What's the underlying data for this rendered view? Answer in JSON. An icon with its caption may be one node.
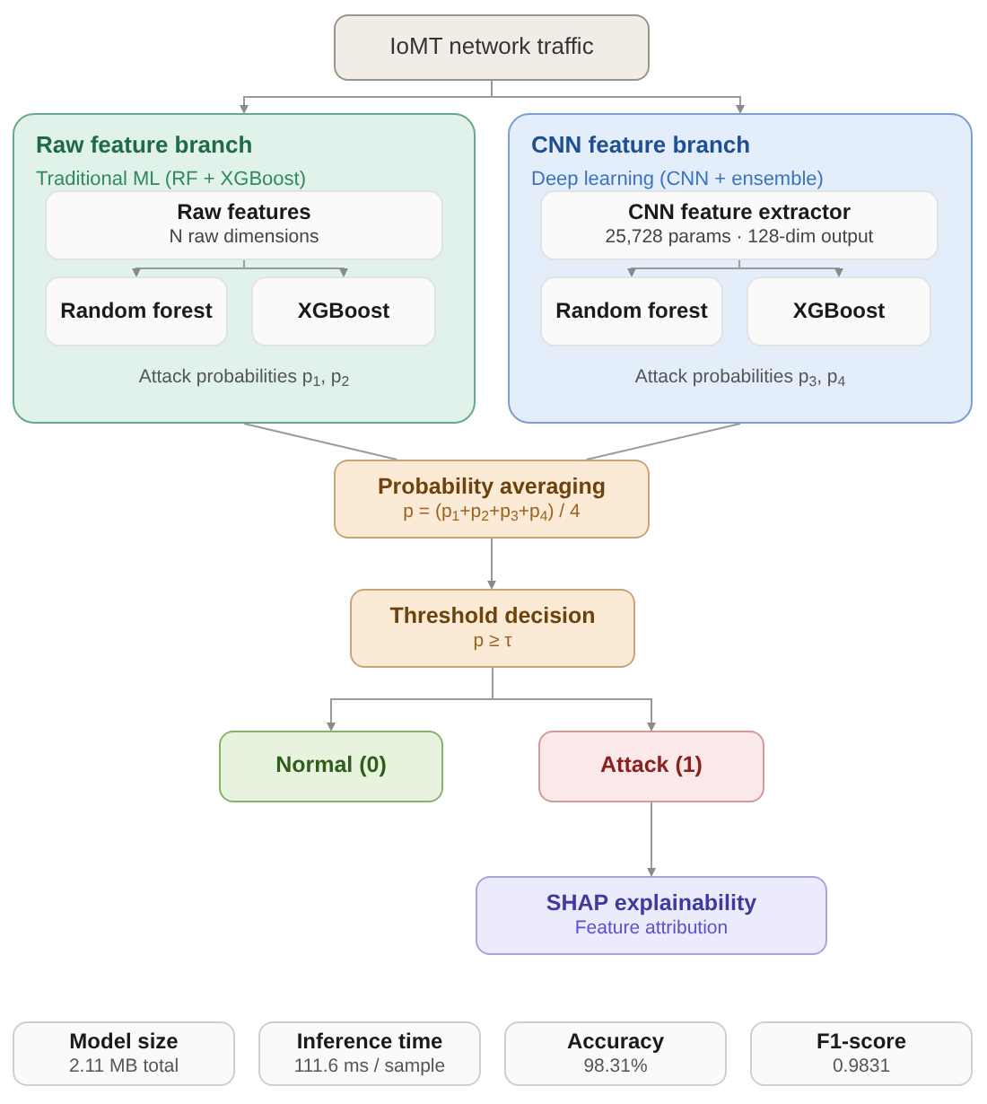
{
  "diagram": {
    "nodes": [
      {
        "text": [
          "IoMT network traffic"
        ]
      },
      {
        "text": [
          "Raw feature branch",
          "Traditional ML (RF + XGBoost)",
          "Attack probabilities p$_{1}$, p$_{2}$"
        ]
      },
      {
        "text": [
          "Raw features",
          "N raw dimensions"
        ],
        "in": 1
      },
      {
        "text": [
          "Random forest"
        ],
        "in": 1
      },
      {
        "text": [
          "XGBoost"
        ],
        "in": 1
      },
      {
        "text": [
          "CNN feature branch",
          "Deep learning (CNN + ensemble)",
          "Attack probabilities p$_{3}$, p$_{4}$"
        ]
      },
      {
        "text": [
          "CNN feature extractor",
          "25,728 params · 128-dim output"
        ],
        "in": 5
      },
      {
        "text": [
          "Random forest"
        ],
        "in": 5
      },
      {
        "text": [
          "XGBoost"
        ],
        "in": 5
      },
      {
        "text": [
          "Probability averaging",
          "p = (p$_{1}$+p$_{2}$+p$_{3}$+p$_{4}$) / 4"
        ]
      },
      {
        "text": [
          "Threshold decision",
          "p ≥ τ"
        ]
      },
      {
        "text": [
          "Normal (0)"
        ]
      },
      {
        "text": [
          "Attack (1)"
        ]
      },
      {
        "text": [
          "SHAP explainability",
          "Feature attribution"
        ]
      },
      {
        "text": [
          "Model size",
          "2.11 MB total"
        ]
      },
      {
        "text": [
          "Inference time",
          "111.6 ms / sample"
        ]
      },
      {
        "text": [
          "Accuracy",
          "98.31%"
        ]
      },
      {
        "text": [
          "F1-score",
          "0.9831"
        ]
      }
    ],
    "edges": [
      {
        "from": 0,
        "to": 1,
        "arrow": "to"
      },
      {
        "from": 0,
        "to": 5,
        "arrow": "to"
      },
      {
        "from": 2,
        "to": 3,
        "arrow": "to"
      },
      {
        "from": 2,
        "to": 4,
        "arrow": "to"
      },
      {
        "from": 6,
        "to": 7,
        "arrow": "to"
      },
      {
        "from": 6,
        "to": 8,
        "arrow": "to"
      },
      {
        "from": 1,
        "to": 9,
        "arrow": "none"
      },
      {
        "from": 5,
        "to": 9,
        "arrow": "none"
      },
      {
        "from": 9,
        "to": 10,
        "arrow": "to"
      },
      {
        "from": 10,
        "to": 11,
        "arrow": "to"
      },
      {
        "from": 10,
        "to": 12,
        "arrow": "to"
      },
      {
        "from": 12,
        "to": 13,
        "arrow": "to"
      }
    ]
  }
}
